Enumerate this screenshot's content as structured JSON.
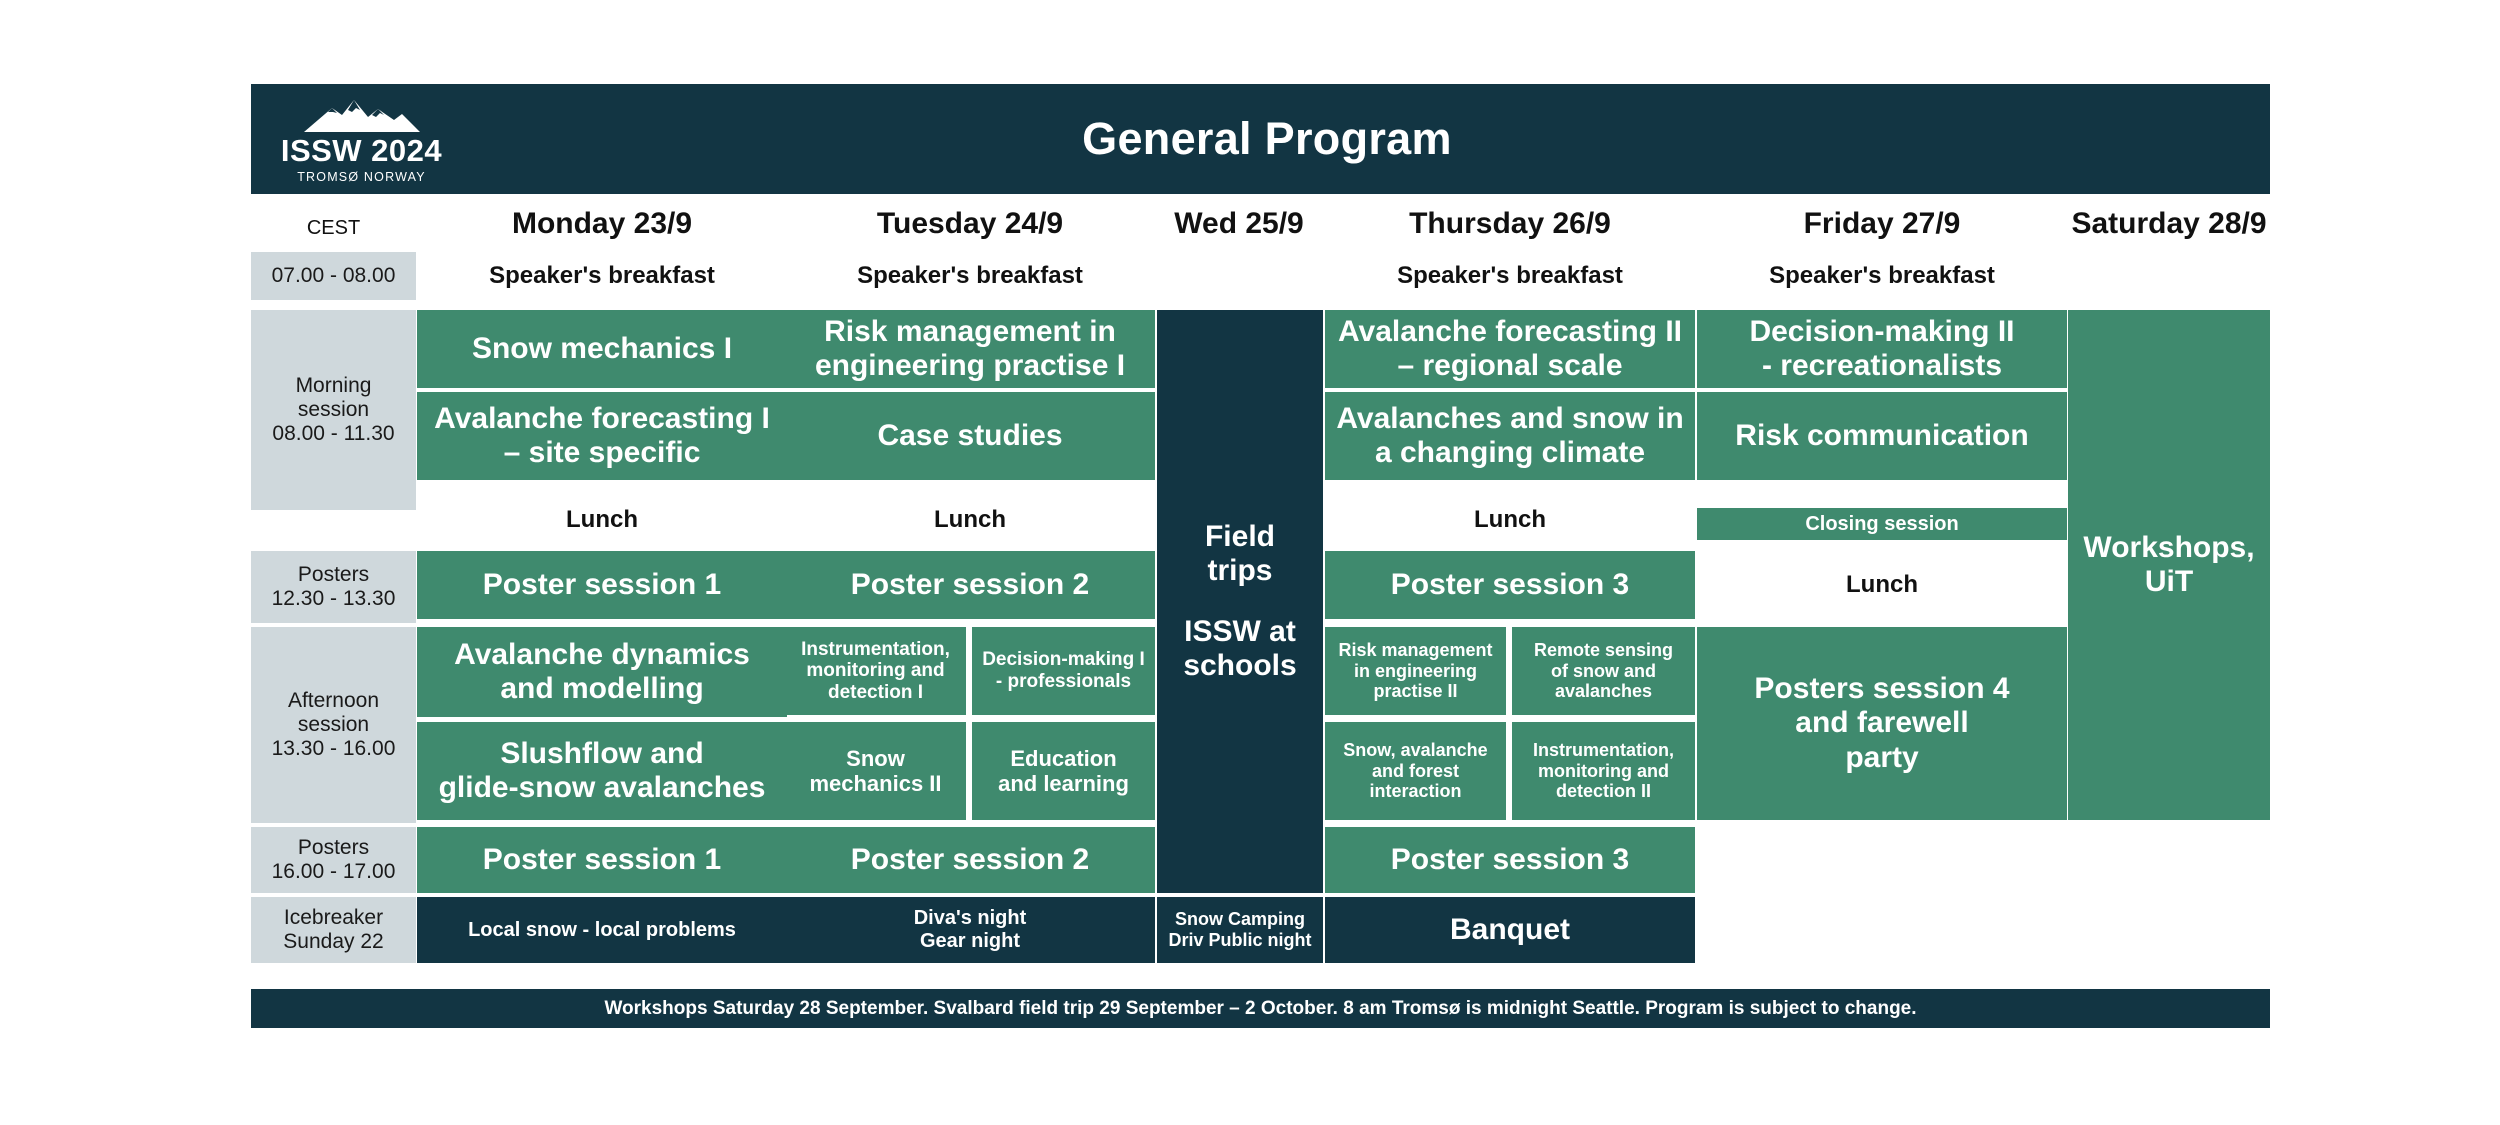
{
  "header": {
    "title": "General Program",
    "logo_title": "ISSW 2024",
    "logo_sub": "TROMSØ NORWAY",
    "logo_icon": "mountain-icon"
  },
  "colors": {
    "navy": "#123543",
    "green": "#3F8A6E",
    "grey": "#CFD8DC",
    "white": "#FFFFFF"
  },
  "time_column": {
    "header": "CEST",
    "slots": [
      {
        "label": "07.00 - 08.00"
      },
      {
        "label": "Morning session\n08.00 - 11.30",
        "line1": "Morning",
        "line2": "session",
        "line3": "08.00 - 11.30"
      },
      {
        "label": "Posters 12.30 - 13.30",
        "line1": "Posters",
        "line2": "12.30 - 13.30"
      },
      {
        "label": "Afternoon session 13.30 - 16.00",
        "line1": "Afternoon",
        "line2": "session",
        "line3": "13.30 - 16.00"
      },
      {
        "label": "Posters 16.00 - 17.00",
        "line1": "Posters",
        "line2": "16.00 - 17.00"
      },
      {
        "label": "Icebreaker Sunday 22",
        "line1": "Icebreaker",
        "line2": "Sunday 22"
      }
    ]
  },
  "days": [
    {
      "label": "Monday 23/9"
    },
    {
      "label": "Tuesday 24/9"
    },
    {
      "label": "Wed 25/9"
    },
    {
      "label": "Thursday 26/9"
    },
    {
      "label": "Friday 27/9"
    },
    {
      "label": "Saturday 28/9"
    }
  ],
  "breakfast": {
    "monday": "Speaker's breakfast",
    "tuesday": "Speaker's breakfast",
    "thursday": "Speaker's breakfast",
    "friday": "Speaker's breakfast"
  },
  "lunch": {
    "monday": "Lunch",
    "tuesday": "Lunch",
    "thursday": "Lunch",
    "friday": "Lunch"
  },
  "sessions": {
    "monday": {
      "morning_1": "Snow mechanics I",
      "morning_2_line1": "Avalanche forecasting I",
      "morning_2_line2": "– site specific",
      "poster_midday": "Poster session 1",
      "afternoon_1_line1": "Avalanche dynamics",
      "afternoon_1_line2": "and modelling",
      "afternoon_2_line1": "Slushflow and",
      "afternoon_2_line2": "glide-snow avalanches",
      "poster_late": "Poster session 1",
      "evening": "Local snow - local problems"
    },
    "tuesday": {
      "morning_1_line1": "Risk management in",
      "morning_1_line2": "engineering practise I",
      "morning_2": "Case studies",
      "poster_midday": "Poster session 2",
      "afternoon_a_line1": "Instrumentation,",
      "afternoon_a_line2": "monitoring and",
      "afternoon_a_line3": "detection I",
      "afternoon_b_line1": "Decision-making I",
      "afternoon_b_line2": "- professionals",
      "afternoon_c_line1": "Snow",
      "afternoon_c_line2": "mechanics II",
      "afternoon_d_line1": "Education",
      "afternoon_d_line2": "and learning",
      "poster_late": "Poster session 2",
      "evening_line1": "Diva's night",
      "evening_line2": "Gear night"
    },
    "wednesday": {
      "allday_line1": "Field",
      "allday_line2": "trips",
      "allday_line3": "ISSW at",
      "allday_line4": "schools",
      "evening_line1": "Snow Camping",
      "evening_line2": "Driv Public night"
    },
    "thursday": {
      "morning_1_line1": "Avalanche forecasting II",
      "morning_1_line2": "– regional scale",
      "morning_2_line1": "Avalanches and snow in",
      "morning_2_line2": "a changing climate",
      "poster_midday": "Poster session 3",
      "afternoon_a_line1": "Risk management",
      "afternoon_a_line2": "in engineering",
      "afternoon_a_line3": "practise II",
      "afternoon_b_line1": "Remote sensing",
      "afternoon_b_line2": "of snow and",
      "afternoon_b_line3": "avalanches",
      "afternoon_c_line1": "Snow, avalanche",
      "afternoon_c_line2": "and forest",
      "afternoon_c_line3": "interaction",
      "afternoon_d_line1": "Instrumentation,",
      "afternoon_d_line2": "monitoring and",
      "afternoon_d_line3": "detection II",
      "poster_late": "Poster session 3",
      "evening": "Banquet"
    },
    "friday": {
      "morning_1_line1": "Decision-making II",
      "morning_1_line2": "- recreationalists",
      "morning_2": "Risk communication",
      "closing": "Closing session",
      "lunch": "Lunch",
      "afternoon_line1": "Posters session 4",
      "afternoon_line2": "and farewell",
      "afternoon_line3": "party"
    },
    "saturday": {
      "allday_line1": "Workshops,",
      "allday_line2": "UiT"
    }
  },
  "footer": {
    "note": "Workshops Saturday 28 September. Svalbard field trip 29 September – 2 October. 8 am Tromsø is midnight Seattle. Program is subject to change."
  }
}
